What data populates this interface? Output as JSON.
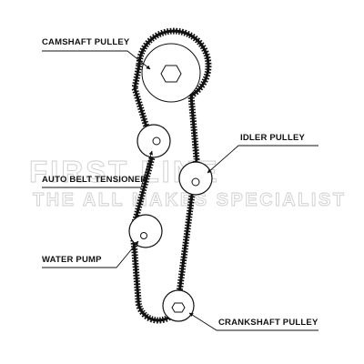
{
  "watermark": {
    "brand": "FIRST LINE",
    "tagline": "THE ALL MAKES SPECIALIST"
  },
  "labels": {
    "camshaft_pulley": "CAMSHAFT PULLEY",
    "idler_pulley": "IDLER PULLEY",
    "auto_belt_tensioner": "AUTO BELT TENSIONER",
    "water_pump": "WATER PUMP",
    "crankshaft_pulley": "CRANKSHAFT PULLEY"
  },
  "colors": {
    "belt": "#111111",
    "pulley": "#ffffff",
    "outline": "#111111",
    "watermark_outline": "#c9c9c9"
  }
}
